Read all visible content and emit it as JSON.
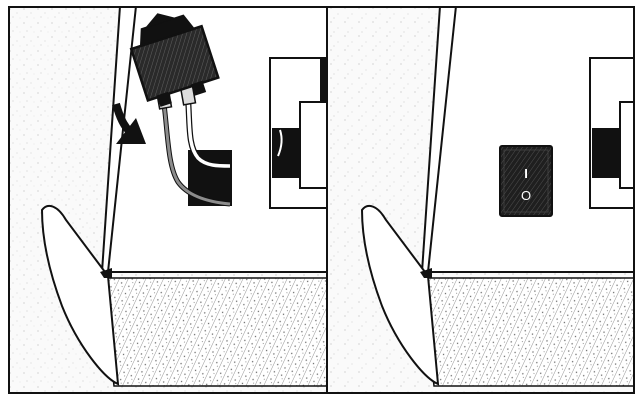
{
  "figure": {
    "panels": [
      {
        "id": "before",
        "parts": [
          "rocker-switch",
          "insertion-arrow",
          "wire-leads",
          "mounting-cutout",
          "housing-base",
          "speckled-floor"
        ]
      },
      {
        "id": "after",
        "parts": [
          "installed-rocker-switch",
          "housing-base",
          "speckled-floor"
        ]
      }
    ],
    "switch_symbols": [
      "I",
      "O"
    ]
  },
  "colors": {
    "ink": "#111111",
    "paper": "#ffffff",
    "switch_body": "#1a1a1a",
    "speckle": "#9a9a9a"
  }
}
